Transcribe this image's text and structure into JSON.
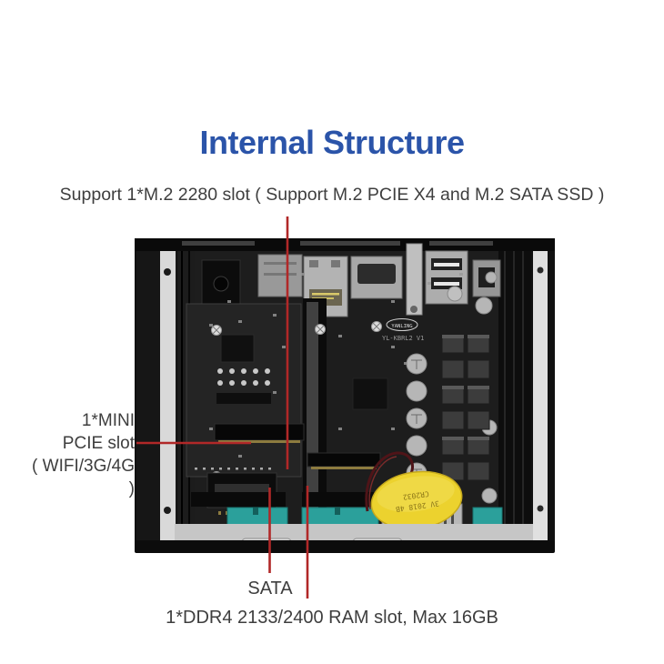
{
  "title": {
    "text": "Internal Structure"
  },
  "subtitle": {
    "text": "Support 1*M.2 2280 slot ( Support M.2 PCIE X4 and M.2 SATA SSD )"
  },
  "labels": {
    "mini_pcie": {
      "line1": "1*MINI",
      "line2": "PCIE slot",
      "line3": "( WIFI/3G/4G )"
    },
    "sata": "SATA",
    "ram": "1*DDR4 2133/2400 RAM slot, Max 16GB"
  },
  "board": {
    "brand": "YANLING",
    "model": "YL-KBRL2 V1",
    "battery": {
      "line1": "3V 2018 4B",
      "line2": "CR2032"
    }
  },
  "colors": {
    "title_blue": "#2b54a9",
    "text_gray": "#3e3e3e",
    "annotation_red": "#b12828",
    "battery_yellow": "#ecd22e",
    "ram_latch_teal": "#2ba09b",
    "case_black": "#111111",
    "tray_silver": "#c6c6c6"
  }
}
